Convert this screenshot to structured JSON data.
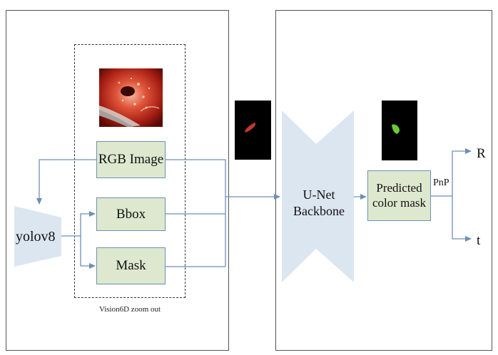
{
  "diagram": {
    "left_panel": {
      "group_caption": "Vision6D zoom out",
      "detector_label": "yolov8",
      "boxes": {
        "rgb_image": "RGB Image",
        "bbox": "Bbox",
        "mask": "Mask"
      },
      "icons": {
        "tissue_image": "surgical-tissue-photo",
        "red_mask": "red-segmentation-mask-thumbnail"
      }
    },
    "right_panel": {
      "backbone_label_line1": "U-Net",
      "backbone_label_line2": "Backbone",
      "prediction_line1": "Predicted",
      "prediction_line2": "color mask",
      "solver_label": "PnP",
      "outputs": {
        "rotation": "R",
        "translation": "t"
      },
      "icons": {
        "green_mask": "green-color-mask-thumbnail"
      }
    },
    "colors": {
      "box_fill": "#dde8cf",
      "box_border": "#6f8fb5",
      "arrow": "#6f8fb5",
      "shape_fill": "#dce6f1",
      "mask_red": "#c0392b",
      "mask_green": "#66cc33"
    }
  }
}
